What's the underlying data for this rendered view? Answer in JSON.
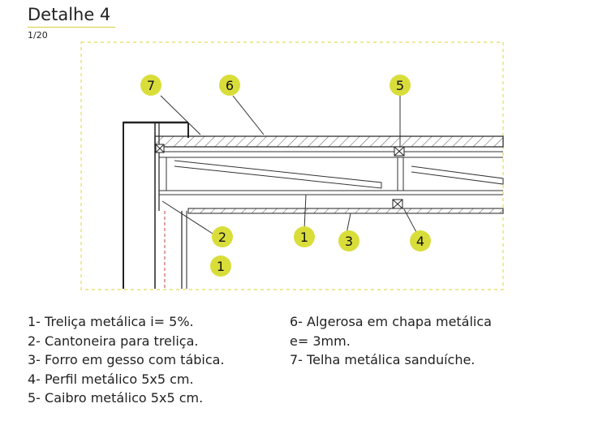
{
  "title": "Detalhe 4",
  "scale": "1/20",
  "accent_color": "#d9dd3a",
  "callouts": [
    "7",
    "6",
    "5",
    "2",
    "1",
    "3",
    "4",
    "1"
  ],
  "legend_left": [
    "1- Treliça metálica i= 5%.",
    "2- Cantoneira para treliça.",
    "3- Forro em gesso com tábica.",
    "4- Perfil metálico 5x5 cm.",
    "5- Caibro metálico 5x5 cm."
  ],
  "legend_right": [
    "6- Algerosa em chapa metálica",
    "e= 3mm.",
    "7- Telha metálica sanduíche."
  ]
}
